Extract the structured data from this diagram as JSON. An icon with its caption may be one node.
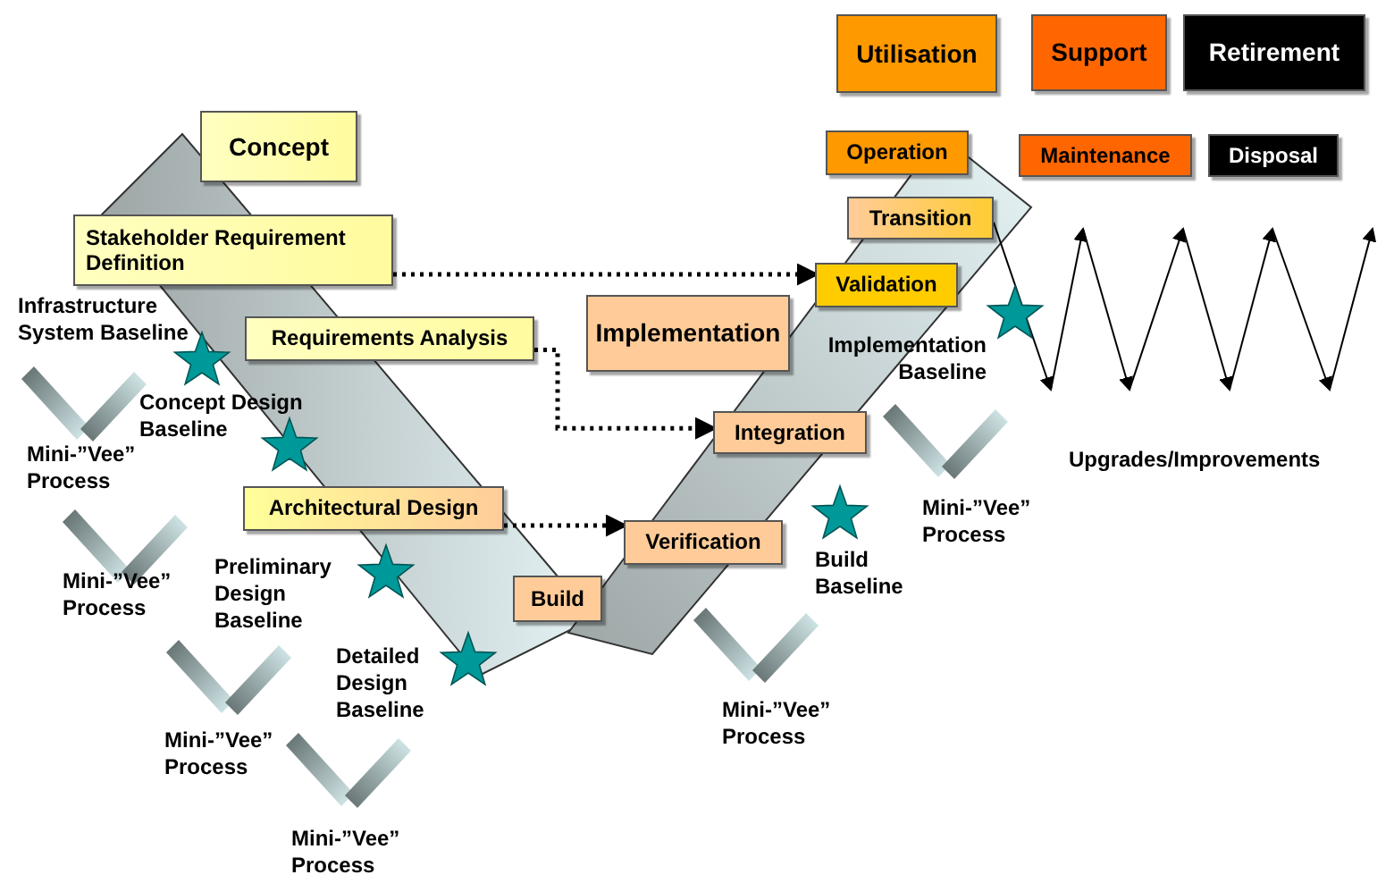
{
  "diagram": {
    "nodes": [
      {
        "text": [
          "Utilisation"
        ]
      },
      {
        "text": [
          "Support"
        ]
      },
      {
        "text": [
          "Retirement"
        ]
      },
      {
        "text": [
          "Concept"
        ]
      },
      {
        "text": [
          "Operation"
        ]
      },
      {
        "text": [
          "Maintenance"
        ]
      },
      {
        "text": [
          "Disposal"
        ]
      },
      {
        "text": [
          "Stakeholder Requirement Definition"
        ]
      },
      {
        "text": [
          "Transition"
        ]
      },
      {
        "text": [
          "Validation"
        ]
      },
      {
        "text": [
          "Implementation"
        ]
      },
      {
        "text": [
          "Requirements Analysis"
        ]
      },
      {
        "text": [
          "Integration"
        ]
      },
      {
        "text": [
          "Architectural Design"
        ]
      },
      {
        "text": [
          "Verification"
        ]
      },
      {
        "text": [
          "Build"
        ]
      }
    ],
    "edges": [
      {
        "from": 7,
        "to": 9,
        "arrow": "to",
        "style": "dashed"
      },
      {
        "from": 11,
        "to": 12,
        "arrow": "to",
        "style": "dashed"
      },
      {
        "from": 13,
        "to": 14,
        "arrow": "to",
        "style": "dashed"
      },
      {
        "from": 8,
        "to": null,
        "arrow": "to"
      }
    ],
    "labels": [
      "Infrastructure System Baseline",
      "Concept Design Baseline",
      "Implementation Baseline",
      "Mini-”Vee” Process",
      "Upgrades/Improvements",
      "Mini-”Vee” Process",
      "Build Baseline",
      "Preliminary Design Baseline",
      "Mini-”Vee” Process",
      "Detailed Design Baseline",
      "Mini-”Vee” Process",
      "Mini-”Vee” Process",
      "Mini-”Vee” Process"
    ]
  }
}
